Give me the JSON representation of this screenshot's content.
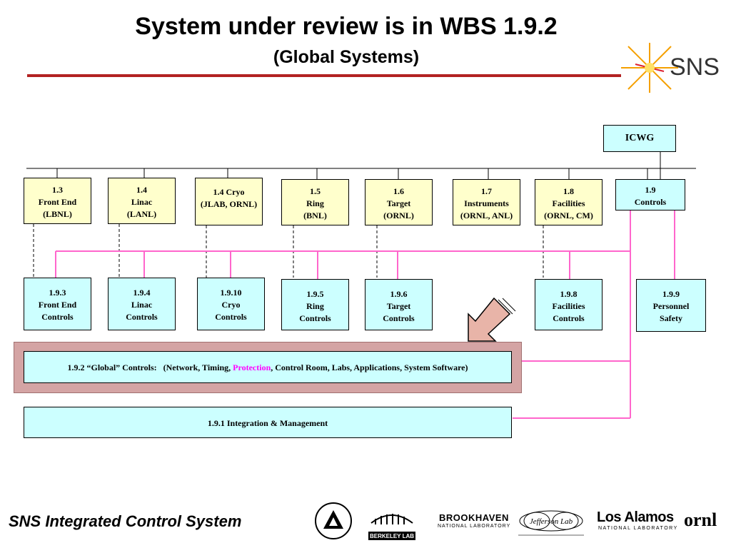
{
  "header": {
    "title": "System under review is in WBS 1.9.2",
    "subtitle": "(Global Systems)",
    "logo_text": "SNS"
  },
  "icwg": {
    "label": "ICWG"
  },
  "top_row": [
    {
      "lines": [
        "1.3",
        "Front End",
        "(LBNL)"
      ]
    },
    {
      "lines": [
        "1.4",
        "Linac",
        "(LANL)"
      ]
    },
    {
      "lines": [
        "1.4 Cryo",
        "(JLAB, ORNL)"
      ]
    },
    {
      "lines": [
        "1.5",
        "Ring",
        "(BNL)"
      ]
    },
    {
      "lines": [
        "1.6",
        "Target",
        "(ORNL)"
      ]
    },
    {
      "lines": [
        "1.7",
        "Instruments",
        "(ORNL, ANL)"
      ]
    },
    {
      "lines": [
        "1.8",
        "Facilities",
        "(ORNL, CM)"
      ]
    },
    {
      "lines": [
        "1.9",
        "Controls"
      ]
    }
  ],
  "control_row": [
    {
      "lines": [
        "1.9.3",
        "Front End",
        "Controls"
      ]
    },
    {
      "lines": [
        "1.9.4",
        "Linac",
        "Controls"
      ]
    },
    {
      "lines": [
        "1.9.10",
        "Cryo",
        "Controls"
      ]
    },
    {
      "lines": [
        "1.9.5",
        "Ring",
        "Controls"
      ]
    },
    {
      "lines": [
        "1.9.6",
        "Target",
        "Controls"
      ]
    },
    {
      "lines": [
        "1.9.8",
        "Facilities",
        "Controls"
      ]
    },
    {
      "lines": [
        "1.9.9",
        "Personnel",
        "Safety"
      ]
    }
  ],
  "global_controls": {
    "prefix": "1.9.2 “Global” Controls:   (Network, Timing, ",
    "highlight": "Protection",
    "suffix": ", Control Room, Labs, Applications, System Software)"
  },
  "integration": {
    "label": "1.9.1 Integration & Management"
  },
  "footer": {
    "title": "SNS Integrated Control System",
    "logos": {
      "berkeley": "BERKELEY LAB",
      "brookhaven": "BROOKHAVEN",
      "brookhaven_sub": "NATIONAL LABORATORY",
      "jlab": "Jefferson Lab",
      "losalamos": "Los Alamos",
      "losalamos_sub": "NATIONAL LABORATORY",
      "ornl": "ornl"
    }
  },
  "colors": {
    "pink": "#ff66cc",
    "rule": "#b22222",
    "yellow_box": "#ffffcc",
    "cyan_box": "#ccffff",
    "global_band": "#d4a4a4"
  }
}
